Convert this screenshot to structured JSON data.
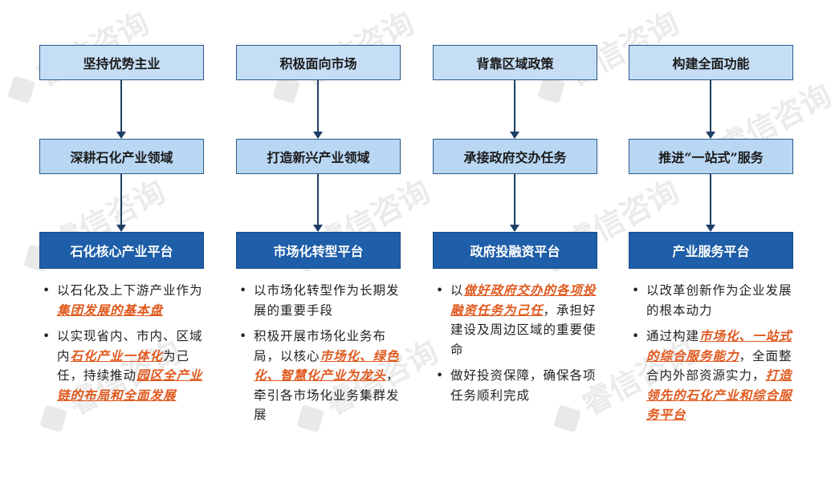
{
  "watermark": "睿信咨询",
  "columns": [
    {
      "top": "坚持优势主业",
      "middle": "深耕石化产业领域",
      "platform": "石化核心产业平台",
      "bullets": [
        [
          {
            "t": "以石化及上下游产业作为"
          },
          {
            "t": "集团发展的基本盘",
            "hl": true
          }
        ],
        [
          {
            "t": "以实现省内、市内、区域内"
          },
          {
            "t": "石化产业一体化",
            "hl": true
          },
          {
            "t": "为己任，持续推动"
          },
          {
            "t": "园区全产业链的布局和全面发展",
            "hl": true
          }
        ]
      ]
    },
    {
      "top": "积极面向市场",
      "middle": "打造新兴产业领域",
      "platform": "市场化转型平台",
      "bullets": [
        [
          {
            "t": "以市场化转型作为长期发展的重要手段"
          }
        ],
        [
          {
            "t": "积极开展市场化业务布局，以核心"
          },
          {
            "t": "市场化、绿色化、智慧化产业为龙头",
            "hl": true
          },
          {
            "t": "，牵引各市场化业务集群发展"
          }
        ]
      ]
    },
    {
      "top": "背靠区域政策",
      "middle": "承接政府交办任务",
      "platform": "政府投融资平台",
      "bullets": [
        [
          {
            "t": "以"
          },
          {
            "t": "做好政府交办的各项投融资任务为己任",
            "hl": true
          },
          {
            "t": "，承担好建设及周边区域的重要使命"
          }
        ],
        [
          {
            "t": "做好投资保障，确保各项任务顺利完成"
          }
        ]
      ]
    },
    {
      "top": "构建全面功能",
      "middle": "推进“一站式”服务",
      "platform": "产业服务平台",
      "bullets": [
        [
          {
            "t": "以改革创新作为企业发展的根本动力"
          }
        ],
        [
          {
            "t": "通过构建"
          },
          {
            "t": "市场化、一站式的综合服务能力",
            "hl": true
          },
          {
            "t": "，全面整合内外部资源实力，"
          },
          {
            "t": "打造领先的石化产业和综合服务平台",
            "hl": true
          }
        ]
      ]
    }
  ]
}
